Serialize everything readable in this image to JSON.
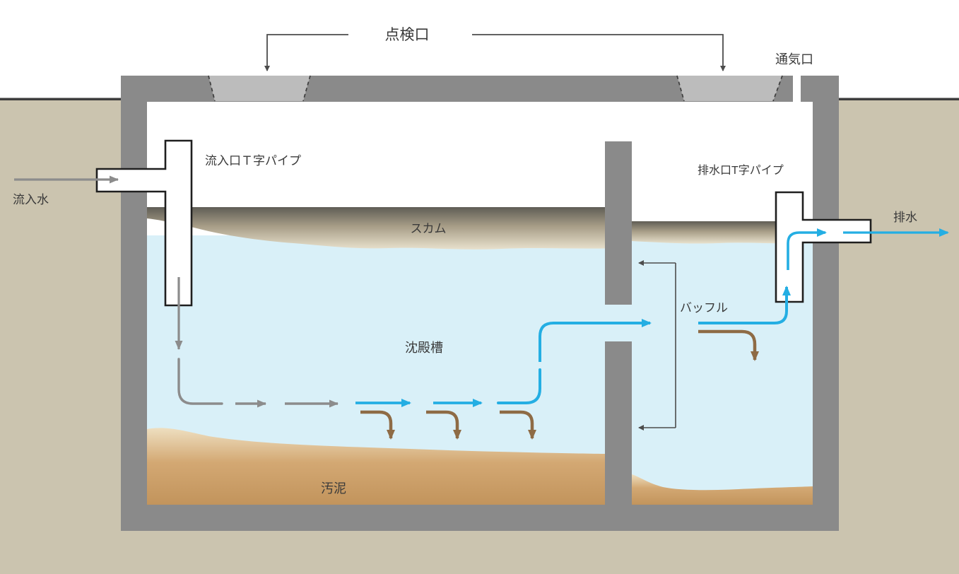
{
  "diagram": {
    "labels": {
      "inspection_port": "点検口",
      "vent_port": "通気口",
      "inlet_t_pipe": "流入口Ｔ字パイプ",
      "inflow_water": "流入水",
      "scum": "スカム",
      "settling_chamber": "沈殿槽",
      "sludge": "汚泥",
      "baffle": "バッフル",
      "outlet_t_pipe": "排水口T字パイプ",
      "effluent": "排水"
    },
    "colors": {
      "wall": "#8a8a8a",
      "inspection_cover": "#bcbcbc",
      "ground": "#cbc4af",
      "ground_line": "#3d3d3d",
      "water": "#d9f0f8",
      "scum_dark": "#5f5d55",
      "scum_mid": "#a79d87",
      "scum_light": "#e8e1cd",
      "sludge_light": "#eedfc0",
      "sludge_mid": "#d3a873",
      "sludge_dark": "#c2945c",
      "flow_inlet": "#8c8c8c",
      "flow_clarified": "#24aee3",
      "flow_settling": "#8e6b45",
      "pipe_outline": "#1f1f1f",
      "annotation_line": "#4c4c4c",
      "text": "#3a3a3a"
    }
  }
}
